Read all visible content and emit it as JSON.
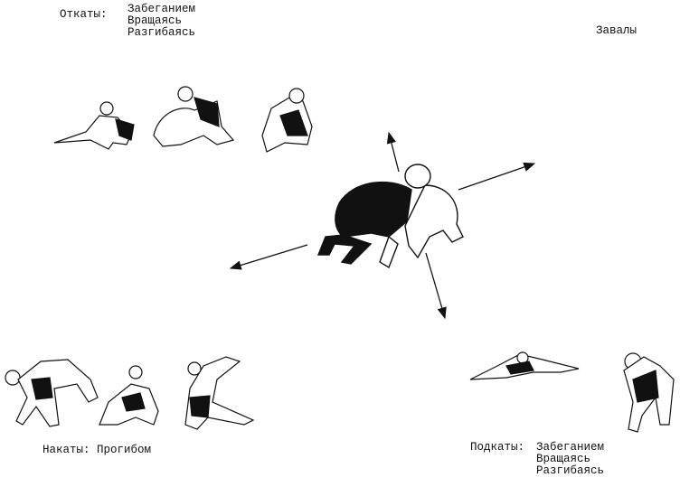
{
  "labels": {
    "otkaty": {
      "title": "Откаты:",
      "items": [
        "Забеганием",
        "Вращаясь",
        "Разгибаясь"
      ]
    },
    "zavaly": {
      "title": "Завалы"
    },
    "nakaty": {
      "title": "Накаты:",
      "items": [
        "Прогибом"
      ]
    },
    "podkaty": {
      "title": "Подкаты:",
      "items": [
        "Забеганием",
        "Вращаясь",
        "Разгибаясь"
      ]
    }
  },
  "colors": {
    "ink": "#111111",
    "background": "#ffffff"
  }
}
